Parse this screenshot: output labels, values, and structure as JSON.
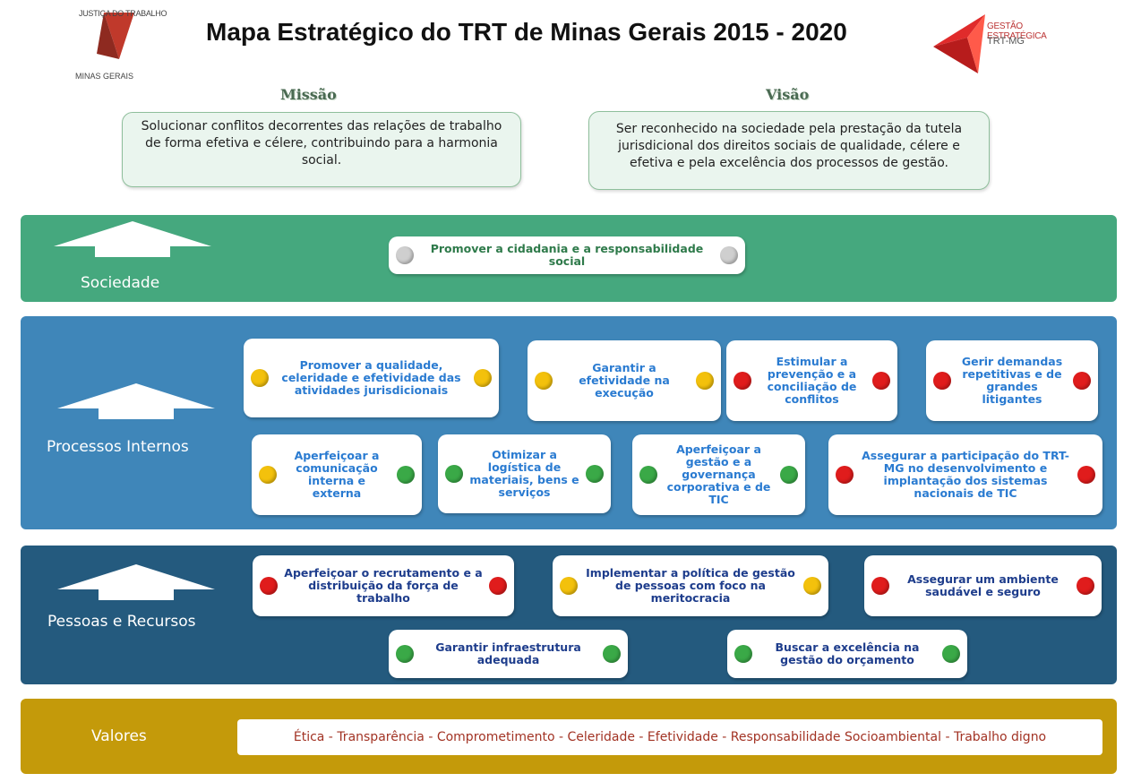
{
  "header": {
    "title": "Mapa Estratégico do TRT de Minas Gerais 2015  -  2020",
    "logo_left": {
      "line1": "JUSTIÇA DO TRABALHO",
      "line2": "MINAS GERAIS"
    },
    "logo_right": {
      "line1": "GESTÃO ESTRATÉGICA",
      "line2": "TRT-MG"
    }
  },
  "missao": {
    "title": "Missão",
    "text": "Solucionar conflitos decorrentes das relações de trabalho de forma efetiva e célere, contribuindo para a harmonia social."
  },
  "visao": {
    "title": "Visão",
    "text": "Ser reconhecido na sociedade pela prestação da tutela jurisdicional dos direitos sociais de qualidade, célere e efetiva e pela excelência dos processos de gestão."
  },
  "sociedade": {
    "label": "Sociedade",
    "color": "#45a87e",
    "objectives": [
      {
        "text": "Promover a cidadania e a responsabilidade social",
        "status_left": "grey",
        "status_right": "grey"
      }
    ]
  },
  "processos": {
    "label": "Processos Internos",
    "color": "#3f86b9",
    "objectives": [
      {
        "text": "Promover a qualidade, celeridade e efetividade das atividades jurisdicionais",
        "status_left": "yellow",
        "status_right": "yellow"
      },
      {
        "text": "Garantir a efetividade na execução",
        "status_left": "yellow",
        "status_right": "yellow"
      },
      {
        "text": "Estimular a prevenção e a conciliação de conflitos",
        "status_left": "red",
        "status_right": "red"
      },
      {
        "text": "Gerir demandas repetitivas e de grandes litigantes",
        "status_left": "red",
        "status_right": "red"
      },
      {
        "text": "Aperfeiçoar a comunicação interna e externa",
        "status_left": "yellow",
        "status_right": "green"
      },
      {
        "text": "Otimizar a logística de materiais, bens e serviços",
        "status_left": "green",
        "status_right": "green"
      },
      {
        "text": "Aperfeiçoar a gestão e a governança corporativa e de TIC",
        "status_left": "green",
        "status_right": "green"
      },
      {
        "text": "Assegurar a participação do TRT-MG no desenvolvimento e implantação dos sistemas nacionais de TIC",
        "status_left": "red",
        "status_right": "red"
      }
    ]
  },
  "pessoas": {
    "label": "Pessoas e Recursos",
    "color": "#245a7e",
    "objectives": [
      {
        "text": "Aperfeiçoar o recrutamento e a distribuição da força de trabalho",
        "status_left": "red",
        "status_right": "red"
      },
      {
        "text": "Implementar a política de gestão de pessoas com foco na meritocracia",
        "status_left": "yellow",
        "status_right": "yellow"
      },
      {
        "text": "Assegurar um ambiente saudável e seguro",
        "status_left": "red",
        "status_right": "red"
      },
      {
        "text": "Garantir infraestrutura adequada",
        "status_left": "green",
        "status_right": "green"
      },
      {
        "text": "Buscar a excelência na gestão do orçamento",
        "status_left": "green",
        "status_right": "green"
      }
    ]
  },
  "valores": {
    "label": "Valores",
    "color": "#c49a0a",
    "text": "Ética - Transparência - Comprometimento - Celeridade - Efetividade - Responsabilidade Socioambiental - Trabalho digno"
  }
}
